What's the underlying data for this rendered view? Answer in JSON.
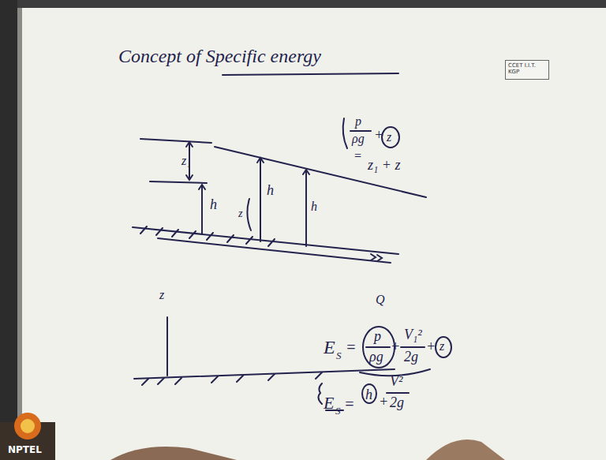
{
  "diagram": {
    "title": "Concept of Specific energy",
    "nodes": [
      {
        "text": [
          "CCET I.I.T. KGP"
        ]
      }
    ],
    "labels": [
      "z₁",
      "h",
      "h",
      "z",
      "h",
      "z",
      "Q",
      "p",
      "ρg",
      "+",
      "z",
      "=",
      "z₁ + z",
      "E",
      "S",
      "=",
      "p",
      "ρg",
      "+",
      "V₁²",
      "2g",
      "+",
      "z",
      "E",
      "S",
      "=",
      "h",
      "+",
      "V²",
      "2g",
      "NPTEL"
    ]
  }
}
